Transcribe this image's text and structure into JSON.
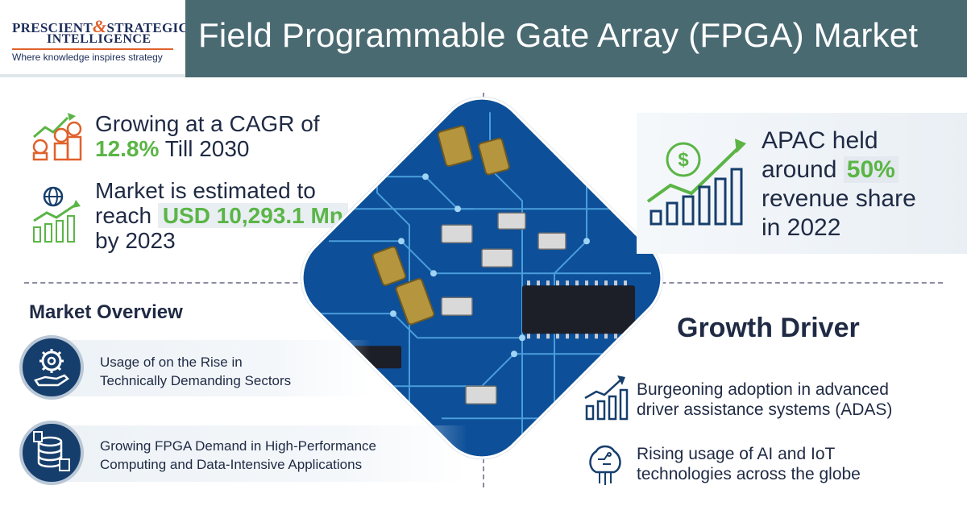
{
  "logo": {
    "line1_a": "PRESCIENT",
    "line1_amp": "&",
    "line1_b": "STRATEGIC",
    "line2": "INTELLIGENCE",
    "tagline": "Where knowledge inspires strategy"
  },
  "title": "Field Programmable Gate Array (FPGA) Market",
  "stats": {
    "cagr_prefix": "Growing at a CAGR of",
    "cagr_value": "12.8%",
    "cagr_suffix": "Till 2030",
    "market_prefix": "Market is estimated to",
    "market_reach": "reach",
    "market_value": "USD 10,293.1 Mn",
    "market_suffix": "by 2023"
  },
  "apac": {
    "line1": "APAC held",
    "line2_prefix": "around",
    "pct": "50%",
    "line3": "revenue share",
    "line4": "in 2022"
  },
  "overview": {
    "heading": "Market Overview",
    "items": [
      {
        "line1": "Usage of on the Rise in",
        "line2": "Technically Demanding Sectors",
        "icon": "gear-hand-icon"
      },
      {
        "line1": "Growing FPGA Demand in High-Performance",
        "line2": "Computing and Data-Intensive Applications",
        "icon": "database-icon"
      }
    ]
  },
  "growth": {
    "heading": "Growth Driver",
    "items": [
      {
        "line1": "Burgeoning adoption in advanced",
        "line2": "driver assistance systems (ADAS)",
        "icon": "growth-chart-icon"
      },
      {
        "line1": "Rising usage of AI and IoT",
        "line2": "technologies across the globe",
        "icon": "ai-chip-icon"
      }
    ]
  },
  "colors": {
    "title_bar": "#4a6a72",
    "accent_green": "#5bb546",
    "navy": "#163e6c",
    "logo_orange": "#e0612b"
  }
}
